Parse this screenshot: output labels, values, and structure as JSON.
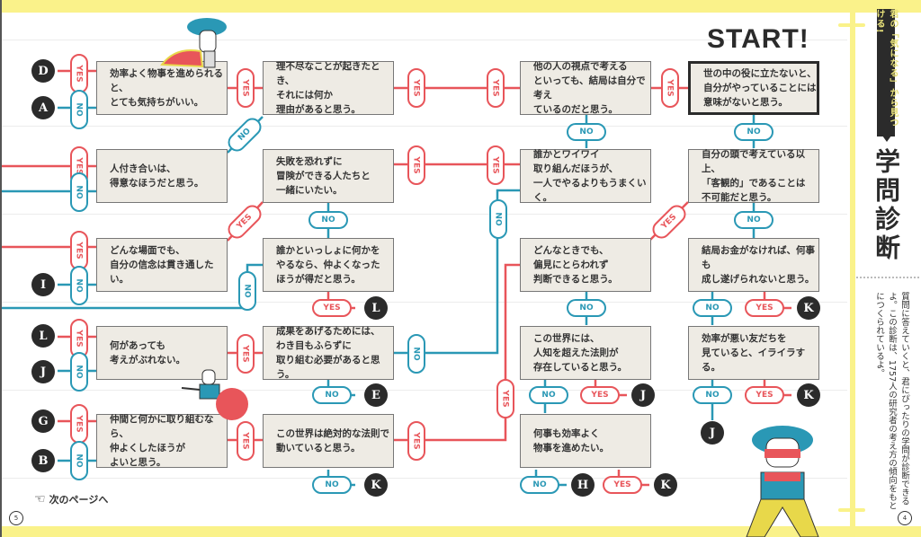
{
  "header": {
    "start_label": "START!",
    "tagline": "君の「気になる」から見つける!",
    "title": "学問診断",
    "description": "質問に答えていくと、君にぴったりの学問が診断できるよ。この診断は、1757人の研究者の考え方の傾向をもとにつくられているよ。"
  },
  "footer": {
    "next_page": "次のページへ",
    "left_page_number": "5",
    "right_page_number": "4"
  },
  "labels": {
    "yes": "YES",
    "no": "NO"
  },
  "colors": {
    "yes": "#e8555a",
    "no": "#2a98b5",
    "band": "#faf28a",
    "box": "#eeebe4",
    "result": "#2b2b2b"
  },
  "questions": {
    "q1": "世の中の役に立たないと、\n自分がやっていることには\n意味がないと思う。",
    "q2": "他の人の視点で考える\nといっても、結局は自分で考え\nているのだと思う。",
    "q3": "理不尽なことが起きたとき、\nそれには何か\n理由があると思う。",
    "q4": "効率よく物事を進められると、\nとても気持ちがいい。",
    "q5": "自分の頭で考えている以上、\n「客観的」であることは\n不可能だと思う。",
    "q6": "誰かとワイワイ\n取り組んだほうが、\n一人でやるよりもうまくいく。",
    "q7": "失敗を恐れずに\n冒険ができる人たちと\n一緒にいたい。",
    "q8": "人付き合いは、\n得意なほうだと思う。",
    "q9": "結局お金がなければ、何事も\n成し遂げられないと思う。",
    "q10": "どんなときでも、\n偏見にとらわれず\n判断できると思う。",
    "q11": "誰かといっしょに何かを\nやるなら、仲よくなった\nほうが得だと思う。",
    "q12": "どんな場面でも、\n自分の信念は貫き通したい。",
    "q13": "効率が悪い友だちを\n見ていると、イライラする。",
    "q14": "この世界には、\n人知を超えた法則が\n存在していると思う。",
    "q15": "成果をあげるためには、\nわき目もふらずに\n取り組む必要があると思う。",
    "q16": "何があっても\n考えがぶれない。",
    "q17": "何事も効率よく\n物事を進めたい。",
    "q18": "この世界は絶対的な法則で\n動いていると思う。",
    "q19": "仲間と何かに取り組むなら、\n仲よくしたほうが\nよいと思う。"
  },
  "results": {
    "q4_yes": "D",
    "q4_no": "A",
    "q12_no": "I",
    "q11_yes": "L",
    "q9_yes": "K",
    "q16_yes": "L",
    "q16_no": "J",
    "q15_no": "E",
    "q14_yes": "J",
    "q13_yes": "K",
    "q13_no": "J",
    "q19_yes": "G",
    "q19_no": "B",
    "q18_no": "K",
    "q17_no": "H",
    "q17_yes": "K"
  }
}
